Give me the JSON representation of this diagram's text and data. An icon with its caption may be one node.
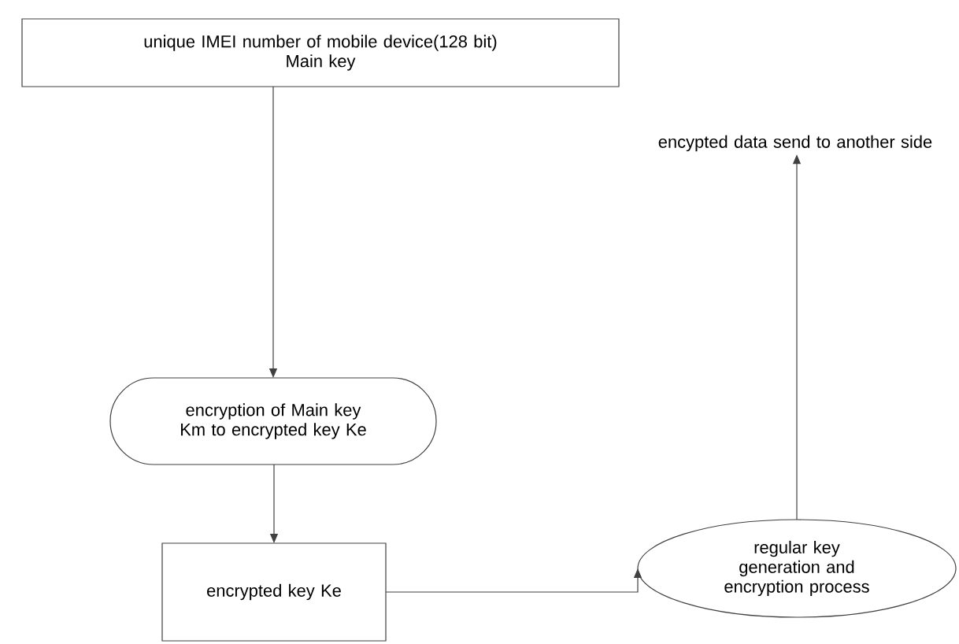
{
  "diagram": {
    "nodes": [
      {
        "text": [
          "unique IMEI number of mobile device(128 bit)",
          "Main key"
        ]
      },
      {
        "text": [
          "encryption of Main key Km to encrypted key Ke"
        ]
      },
      {
        "text": [
          "encrypted key Ke"
        ]
      },
      {
        "text": [
          "regular key generation and encryption process"
        ]
      },
      {
        "text": [
          "encypted data send to another side"
        ]
      }
    ],
    "edges": [
      {
        "from": 0,
        "to": 1,
        "arrow": "to"
      },
      {
        "from": 1,
        "to": 2,
        "arrow": "to"
      },
      {
        "from": 2,
        "to": 3,
        "arrow": "to"
      },
      {
        "from": 3,
        "to": 4,
        "arrow": "to"
      }
    ]
  }
}
